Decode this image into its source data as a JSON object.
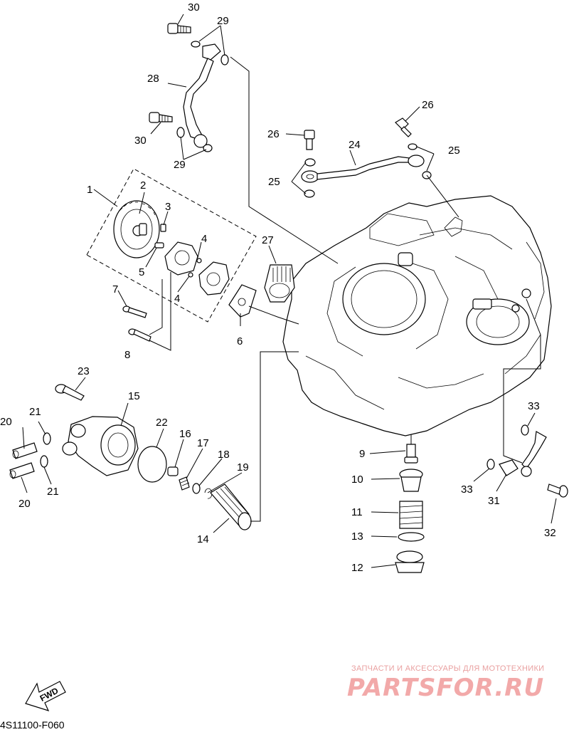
{
  "diagram": {
    "callouts": [
      {
        "id": "c30a",
        "text": "30"
      },
      {
        "id": "c29a",
        "text": "29"
      },
      {
        "id": "c28",
        "text": "28"
      },
      {
        "id": "c30b",
        "text": "30"
      },
      {
        "id": "c29b",
        "text": "29"
      },
      {
        "id": "c26a",
        "text": "26"
      },
      {
        "id": "c26b",
        "text": "26"
      },
      {
        "id": "c24",
        "text": "24"
      },
      {
        "id": "c25a",
        "text": "25"
      },
      {
        "id": "c25b",
        "text": "25"
      },
      {
        "id": "c1",
        "text": "1"
      },
      {
        "id": "c2",
        "text": "2"
      },
      {
        "id": "c3",
        "text": "3"
      },
      {
        "id": "c4a",
        "text": "4"
      },
      {
        "id": "c4b",
        "text": "4"
      },
      {
        "id": "c5",
        "text": "5"
      },
      {
        "id": "c27",
        "text": "27"
      },
      {
        "id": "c7",
        "text": "7"
      },
      {
        "id": "c8",
        "text": "8"
      },
      {
        "id": "c6",
        "text": "6"
      },
      {
        "id": "c23",
        "text": "23"
      },
      {
        "id": "c15",
        "text": "15"
      },
      {
        "id": "c20a",
        "text": "20"
      },
      {
        "id": "c21a",
        "text": "21"
      },
      {
        "id": "c22",
        "text": "22"
      },
      {
        "id": "c16",
        "text": "16"
      },
      {
        "id": "c17",
        "text": "17"
      },
      {
        "id": "c18",
        "text": "18"
      },
      {
        "id": "c19",
        "text": "19"
      },
      {
        "id": "c21b",
        "text": "21"
      },
      {
        "id": "c20b",
        "text": "20"
      },
      {
        "id": "c14",
        "text": "14"
      },
      {
        "id": "c9",
        "text": "9"
      },
      {
        "id": "c10",
        "text": "10"
      },
      {
        "id": "c11",
        "text": "11"
      },
      {
        "id": "c13",
        "text": "13"
      },
      {
        "id": "c12",
        "text": "12"
      },
      {
        "id": "c33a",
        "text": "33"
      },
      {
        "id": "c33b",
        "text": "33"
      },
      {
        "id": "c31",
        "text": "31"
      },
      {
        "id": "c32",
        "text": "32"
      }
    ],
    "fwd_label": "FWD",
    "diagram_code": "4S11100-F060"
  },
  "watermark": {
    "tagline": "ЗАПЧАСТИ И АКСЕССУАРЫ ДЛЯ МОТОТЕХНИКИ",
    "logo": "PARTSFOR.RU"
  },
  "colors": {
    "line": "#000000",
    "background": "#ffffff",
    "watermark": "#f2a9a9"
  }
}
